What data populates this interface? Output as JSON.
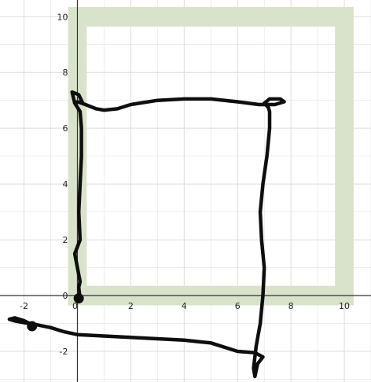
{
  "chart_data": {
    "type": "scatter",
    "xlim": [
      -2.9,
      11.0
    ],
    "ylim": [
      -3.1,
      10.6
    ],
    "grid": true,
    "x_ticks": [
      -2,
      0,
      2,
      4,
      6,
      8,
      10
    ],
    "y_ticks": [
      -2,
      0,
      2,
      4,
      6,
      8,
      10
    ],
    "x_tick_labels": [
      "-2",
      "0",
      "2",
      "4",
      "6",
      "8",
      "10"
    ],
    "y_tick_labels": [
      "-2",
      "0",
      "2",
      "4",
      "6",
      "8",
      "10"
    ],
    "colors": {
      "band": "#d9e3cb",
      "stroke": "#0e0e0e",
      "grid": "#dcdcdc",
      "axis": "#333333"
    },
    "shaded_band": {
      "outer": [
        [
          -0.35,
          -0.35
        ],
        [
          10.35,
          -0.35
        ],
        [
          10.35,
          10.35
        ],
        [
          -0.35,
          10.35
        ]
      ],
      "inner": [
        [
          0.35,
          0.35
        ],
        [
          9.65,
          0.35
        ],
        [
          9.65,
          9.65
        ],
        [
          0.35,
          9.65
        ]
      ]
    },
    "strokes": [
      {
        "points": [
          [
            0.1,
            -0.15
          ],
          [
            0.05,
            0.3
          ],
          [
            0.1,
            0.5
          ],
          [
            0.0,
            1.0
          ],
          [
            -0.1,
            1.5
          ],
          [
            0.1,
            2.0
          ],
          [
            0.05,
            3.0
          ],
          [
            0.1,
            4.0
          ],
          [
            0.15,
            5.0
          ],
          [
            0.15,
            6.0
          ],
          [
            0.1,
            6.6
          ],
          [
            -0.1,
            6.9
          ],
          [
            -0.2,
            7.3
          ],
          [
            0.05,
            7.2
          ],
          [
            0.2,
            6.9
          ],
          [
            0.0,
            6.95
          ],
          [
            0.3,
            6.85
          ],
          [
            0.7,
            6.7
          ],
          [
            1.0,
            6.65
          ],
          [
            1.5,
            6.7
          ],
          [
            2.0,
            6.85
          ],
          [
            3.0,
            7.0
          ],
          [
            4.0,
            7.05
          ],
          [
            5.0,
            7.05
          ],
          [
            6.0,
            6.95
          ],
          [
            6.8,
            6.85
          ],
          [
            7.4,
            6.85
          ],
          [
            7.75,
            6.95
          ],
          [
            7.6,
            7.05
          ],
          [
            7.2,
            7.05
          ],
          [
            7.0,
            6.9
          ],
          [
            7.15,
            6.75
          ],
          [
            7.2,
            6.6
          ],
          [
            7.2,
            6.0
          ],
          [
            7.1,
            5.0
          ],
          [
            6.95,
            4.0
          ],
          [
            6.85,
            3.0
          ],
          [
            6.9,
            2.0
          ],
          [
            7.0,
            1.0
          ],
          [
            6.95,
            0.0
          ],
          [
            6.85,
            -1.0
          ],
          [
            6.7,
            -1.8
          ],
          [
            6.6,
            -2.6
          ],
          [
            6.65,
            -2.9
          ],
          [
            6.75,
            -2.45
          ],
          [
            6.95,
            -2.2
          ],
          [
            6.65,
            -2.05
          ],
          [
            6.0,
            -2.0
          ],
          [
            5.0,
            -1.7
          ],
          [
            4.0,
            -1.6
          ],
          [
            3.0,
            -1.55
          ],
          [
            2.0,
            -1.5
          ],
          [
            1.0,
            -1.45
          ],
          [
            0.0,
            -1.4
          ],
          [
            -0.5,
            -1.3
          ],
          [
            -1.0,
            -1.15
          ],
          [
            -1.5,
            -1.05
          ],
          [
            -1.8,
            -1.0
          ],
          [
            -2.0,
            -0.9
          ],
          [
            -2.35,
            -0.8
          ],
          [
            -2.55,
            -0.85
          ],
          [
            -2.3,
            -0.92
          ],
          [
            -1.95,
            -0.98
          ],
          [
            -1.7,
            -1.0
          ]
        ]
      }
    ],
    "dots": [
      [
        0.05,
        -0.1
      ],
      [
        -1.7,
        -1.1
      ]
    ]
  }
}
